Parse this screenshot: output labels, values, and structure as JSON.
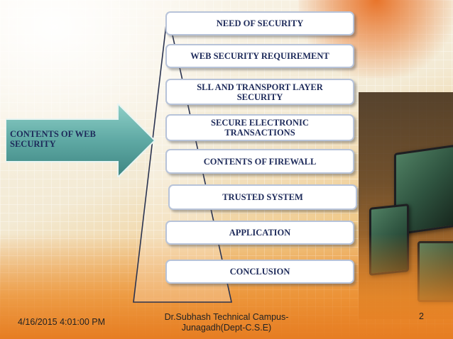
{
  "slide": {
    "arrow_label": "CONTENTS OF WEB SECURITY",
    "items": [
      {
        "label": "NEED OF SECURITY"
      },
      {
        "label": "WEB SECURITY REQUIREMENT"
      },
      {
        "label": "SLL AND TRANSPORT LAYER SECURITY"
      },
      {
        "label": "SECURE ELECTRONIC TRANSACTIONS"
      },
      {
        "label": "CONTENTS OF FIREWALL"
      },
      {
        "label": "TRUSTED SYSTEM"
      },
      {
        "label": "APPLICATION"
      },
      {
        "label": "CONCLUSION"
      }
    ]
  },
  "footer": {
    "date": "4/16/2015 4:01:00 PM",
    "center_line1": "Dr.Subhash Technical Campus-",
    "center_line2": "Junagadh(Dept-C.S.E)",
    "slide_number": "2"
  },
  "colors": {
    "text_navy": "#1d2a5a",
    "arrow_teal": "#5fa9a4",
    "box_border": "#b7c3d9",
    "bg_orange": "#e67d22"
  }
}
